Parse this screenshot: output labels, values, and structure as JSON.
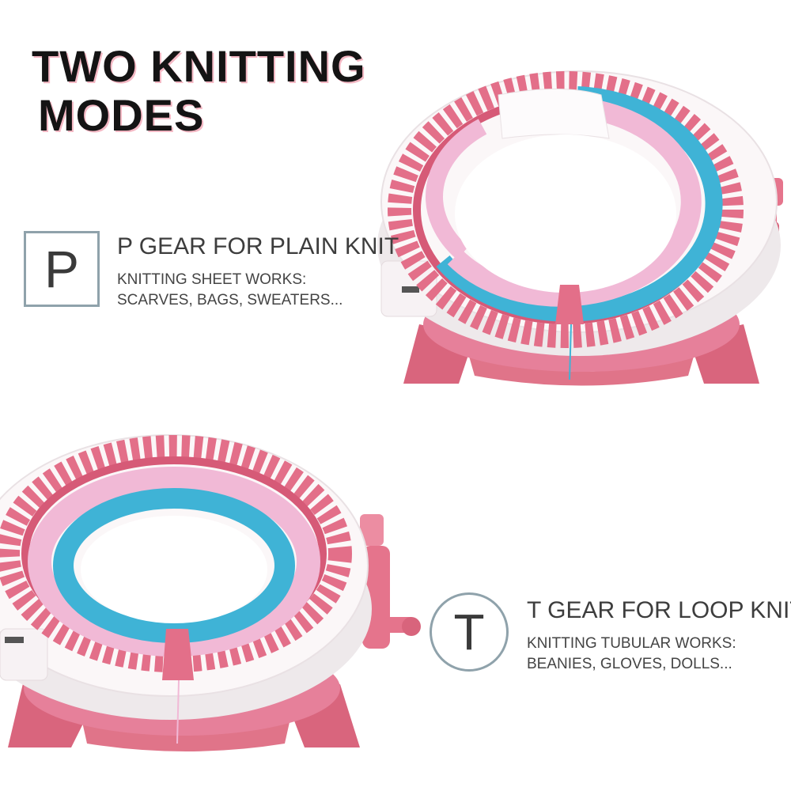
{
  "title": {
    "line1": "TWO KNITTING",
    "line2": "MODES"
  },
  "modes": [
    {
      "icon_letter": "P",
      "heading": "P GEAR FOR PLAIN KNIT",
      "line1": "KNITTING SHEET WORKS:",
      "line2": "SCARVES, BAGS, SWEATERS..."
    },
    {
      "icon_letter": "T",
      "heading": "T GEAR FOR LOOP KNIT",
      "line1": "KNITTING TUBULAR WORKS:",
      "line2": "BEANIES, GLOVES, DOLLS..."
    }
  ],
  "colors": {
    "machine_pink": "#e2718a",
    "machine_white": "#fbf7f8",
    "yarn_blue": "#3fb3d6",
    "yarn_pink": "#f1b9d6",
    "icon_border": "#8fa2ab"
  }
}
